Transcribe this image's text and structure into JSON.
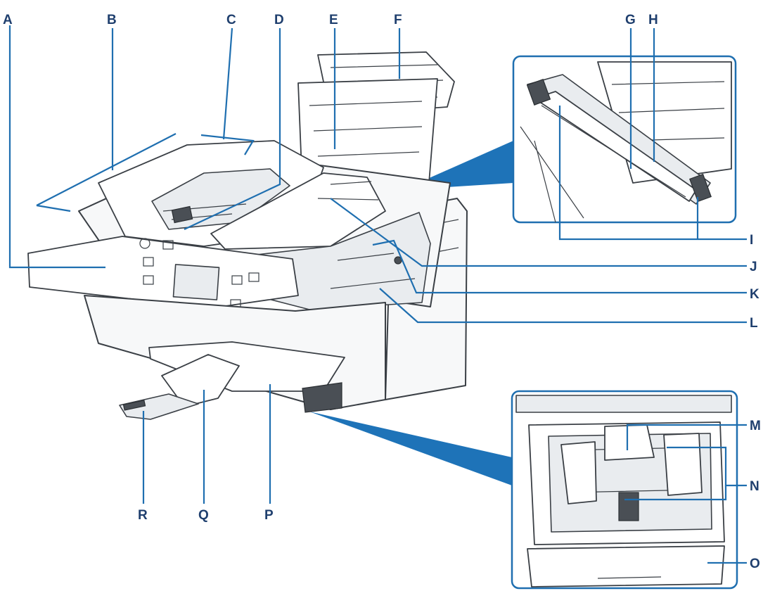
{
  "labels": {
    "A": "A",
    "B": "B",
    "C": "C",
    "D": "D",
    "E": "E",
    "F": "F",
    "G": "G",
    "H": "H",
    "I": "I",
    "J": "J",
    "K": "K",
    "L": "L",
    "M": "M",
    "N": "N",
    "O": "O",
    "P": "P",
    "Q": "Q",
    "R": "R"
  },
  "colors": {
    "label_text": "#1f3f6e",
    "leader_line": "#1f6fb0",
    "inset_border": "#1f6fb0",
    "beam": "#1e73b8"
  }
}
